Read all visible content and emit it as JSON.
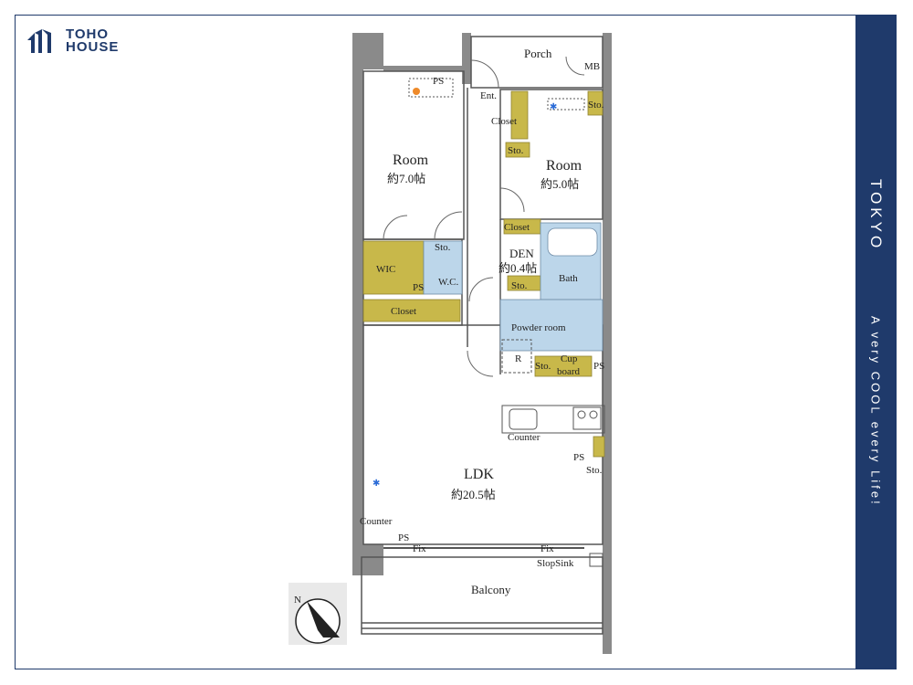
{
  "brand": {
    "line1": "TOHO",
    "line2": "HOUSE"
  },
  "side_band": {
    "city": "TOKYO",
    "tagline": "A very COOL every Life!"
  },
  "rooms": {
    "room_west": {
      "name": "Room",
      "size": "約7.0帖"
    },
    "room_east": {
      "name": "Room",
      "size": "約5.0帖"
    },
    "den": {
      "name": "DEN",
      "size": "約0.4帖"
    },
    "ldk": {
      "name": "LDK",
      "size": "約20.5帖"
    },
    "balcony": {
      "name": "Balcony"
    }
  },
  "labels": {
    "porch": "Porch",
    "mb": "MB",
    "ps": "PS",
    "ent": "Ent.",
    "closet": "Closet",
    "sto": "Sto.",
    "wic": "WIC",
    "wc": "W.C.",
    "bath": "Bath",
    "powder_room": "Powder room",
    "r": "R",
    "cupboard_1": "Cup",
    "cupboard_2": "board",
    "counter": "Counter",
    "fix": "Fix",
    "slopsink": "SlopSink"
  },
  "compass": {
    "north": "N"
  },
  "colors": {
    "brand_navy": "#1f3a6b",
    "storage_yellow": "#c8b84a",
    "wet_area_blue": "#bcd6ea",
    "wall_gray": "#8a8a8a"
  }
}
